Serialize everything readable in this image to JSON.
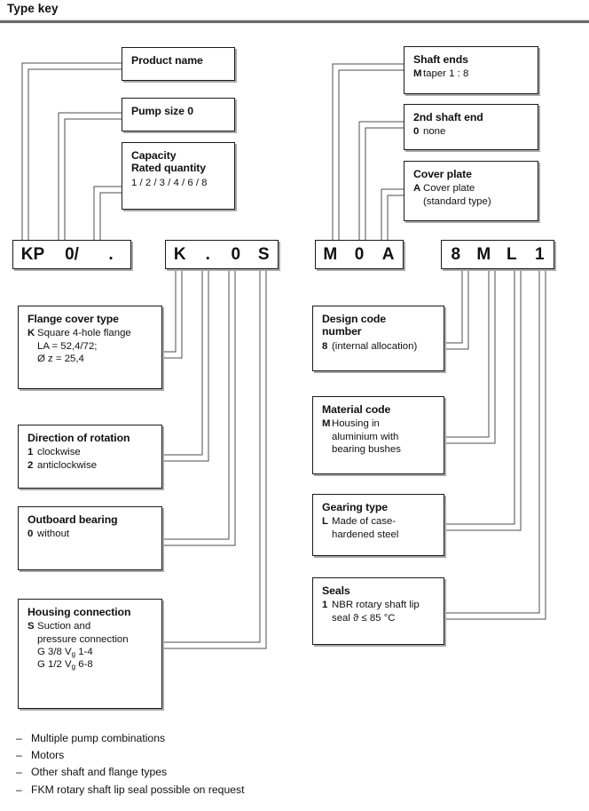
{
  "header": {
    "title": "Type key"
  },
  "code_boxes": [
    {
      "name": "code-box-left-1",
      "segments": [
        "KP",
        "0/",
        "."
      ]
    },
    {
      "name": "code-box-left-2",
      "segments": [
        "K",
        ".",
        "0",
        "S"
      ]
    },
    {
      "name": "code-box-right-1",
      "segments": [
        "M",
        "0",
        "A"
      ]
    },
    {
      "name": "code-box-right-2",
      "segments": [
        "8",
        "M",
        "L",
        "1"
      ]
    }
  ],
  "boxes": {
    "product_name": {
      "title": "Product name",
      "rows": []
    },
    "pump_size": {
      "title": "Pump size 0",
      "rows": []
    },
    "capacity": {
      "title": "Capacity\nRated quantity",
      "rows": [
        {
          "key": "",
          "value": "1 / 2 / 3 / 4 / 6 / 8",
          "plain": true
        }
      ]
    },
    "shaft_ends": {
      "title": "Shaft ends",
      "rows": [
        {
          "key": "M",
          "value": "taper 1 : 8"
        }
      ]
    },
    "second_shaft_end": {
      "title": "2nd shaft end",
      "rows": [
        {
          "key": "0",
          "value": "none"
        }
      ]
    },
    "cover_plate": {
      "title": "Cover plate",
      "rows": [
        {
          "key": "A",
          "value": "Cover plate\n(standard type)"
        }
      ]
    },
    "flange_cover": {
      "title": "Flange cover type",
      "rows": [
        {
          "key": "K",
          "value": "Square 4-hole flange\nLA = 52,4/72;\nØ z = 25,4"
        }
      ]
    },
    "direction": {
      "title": "Direction of rotation",
      "rows": [
        {
          "key": "1",
          "value": "clockwise"
        },
        {
          "key": "2",
          "value": "anticlockwise"
        }
      ]
    },
    "outboard_bearing": {
      "title": "Outboard bearing",
      "rows": [
        {
          "key": "0",
          "value": "without"
        }
      ]
    },
    "housing_conn": {
      "title": "Housing connection",
      "rows": [
        {
          "key": "S",
          "value": "Suction and"
        },
        {
          "key": "",
          "value": "pressure connection",
          "cont": true
        },
        {
          "key": "",
          "value": "G 3/8 V<sub>g</sub> 1-4",
          "cont": true,
          "html": true
        },
        {
          "key": "",
          "value": "G 1/2 V<sub>g</sub> 6-8",
          "cont": true,
          "html": true
        }
      ]
    },
    "design_code": {
      "title": "Design code\nnumber",
      "rows": [
        {
          "key": "8",
          "value": "(internal allocation)"
        }
      ]
    },
    "material_code": {
      "title": "Material code",
      "rows": [
        {
          "key": "M",
          "value": "Housing in\naluminium with\nbearing bushes"
        }
      ]
    },
    "gearing_type": {
      "title": "Gearing type",
      "rows": [
        {
          "key": "L",
          "value": "Made of case-\nhardened steel"
        }
      ]
    },
    "seals": {
      "title": "Seals",
      "rows": [
        {
          "key": "1",
          "value": "NBR rotary shaft lip\nseal ϑ ≤   85 °C"
        }
      ]
    }
  },
  "notes": {
    "dash": "–",
    "items": [
      "Multiple pump combinations",
      "Motors",
      "Other shaft and flange types",
      "FKM rotary shaft lip seal possible on request"
    ]
  },
  "colors": {
    "text": "#111111",
    "box_border": "#1a1a1a",
    "box_shadow": "#a8a8a8",
    "connector": "#4c4c4c",
    "rule": "#6a6a6a"
  }
}
